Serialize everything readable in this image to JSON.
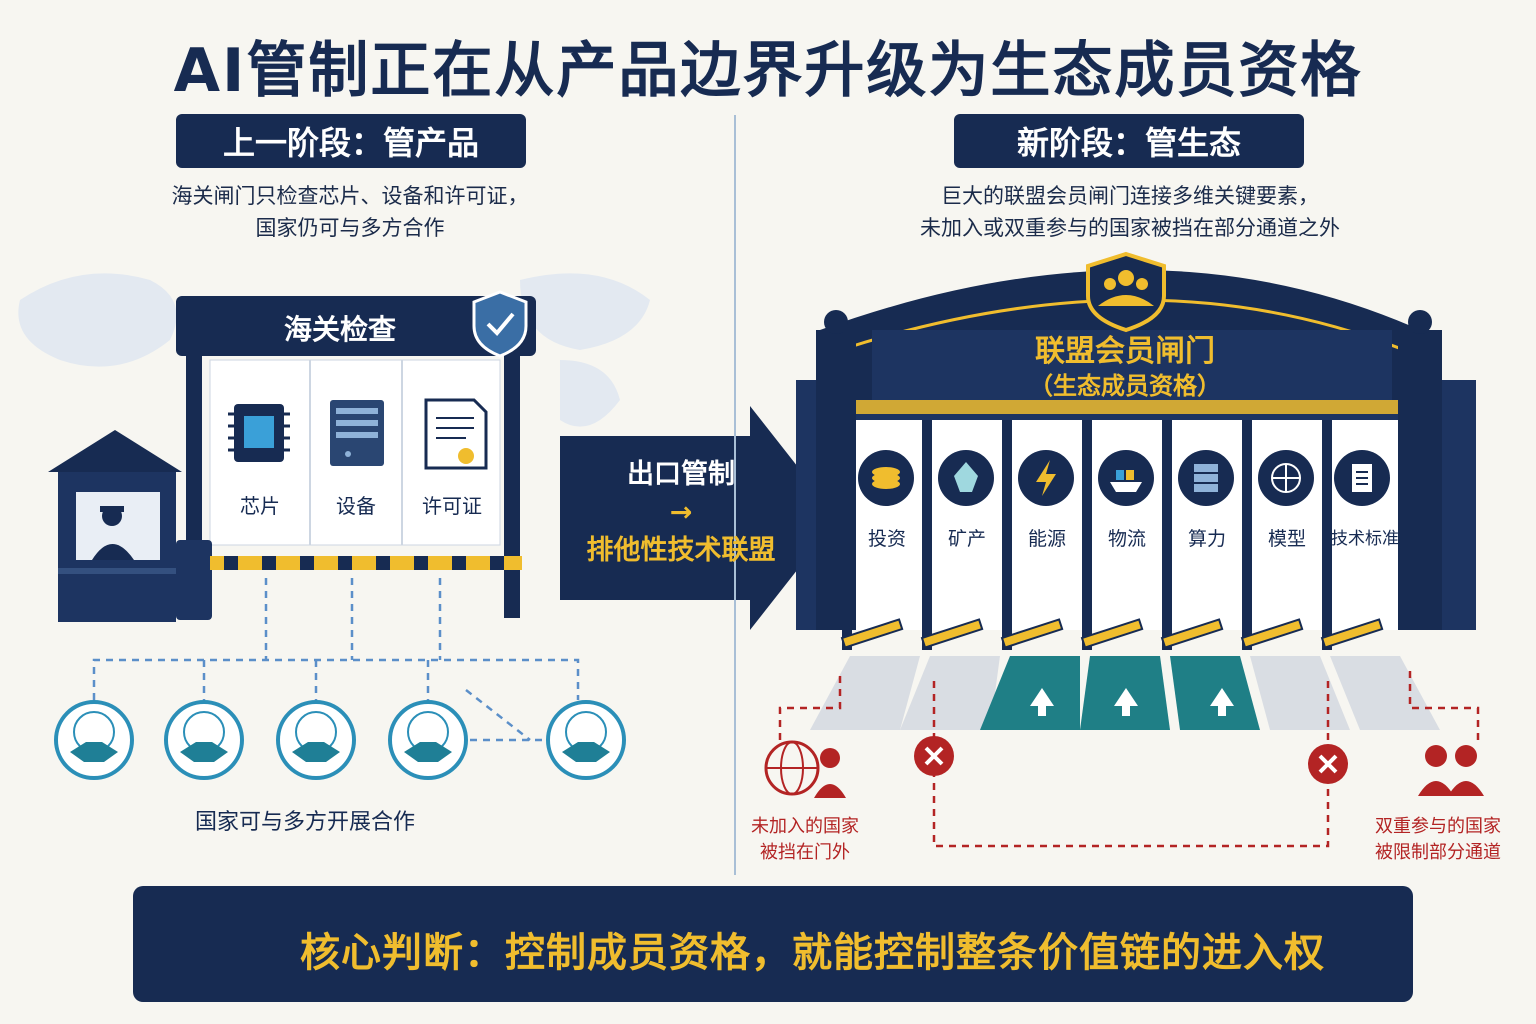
{
  "title": "AI管制正在从产品边界升级为生态成员资格",
  "left": {
    "header": "上一阶段：管产品",
    "desc_lines": [
      "海关闸门只检查芯片、设备和许可证，",
      "国家仍可与多方合作"
    ],
    "booth_title": "海关检查",
    "items": [
      "芯片",
      "设备",
      "许可证"
    ],
    "caption": "国家可与多方开展合作"
  },
  "center": {
    "line1": "出口管制",
    "arrow": "→",
    "line2": "排他性技术联盟"
  },
  "right": {
    "header": "新阶段：管生态",
    "desc_lines": [
      "巨大的联盟会员闸门连接多维关键要素，",
      "未加入或双重参与的国家被挡在部分通道之外"
    ],
    "gate_title": "联盟会员闸门",
    "gate_subtitle": "（生态成员资格）",
    "lanes": [
      "投资",
      "矿产",
      "能源",
      "物流",
      "算力",
      "模型",
      "技术标准"
    ],
    "outside_label": [
      "未加入的国家",
      "被挡在门外"
    ],
    "dual_label": [
      "双重参与的国家",
      "被限制部分通道"
    ]
  },
  "conclusion": "核心判断：控制成员资格，就能控制整条价值链的进入权",
  "colors": {
    "navy": "#172b52",
    "gold": "#f0bd2e",
    "red": "#b32424",
    "teal": "#1f7f86",
    "handshake_blue": "#2b8fb8"
  }
}
